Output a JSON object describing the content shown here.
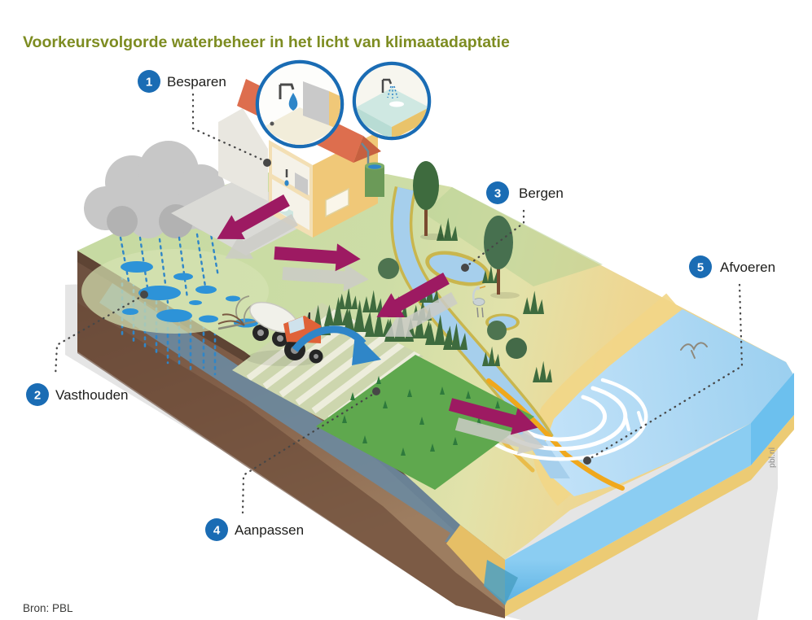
{
  "title": "Voorkeursvolgorde waterbeheer in het licht van klimaatadaptatie",
  "source": "Bron: PBL",
  "brand": "pbl.nl",
  "steps": [
    {
      "number": "1",
      "label": "Besparen"
    },
    {
      "number": "2",
      "label": "Vasthouden"
    },
    {
      "number": "3",
      "label": "Bergen"
    },
    {
      "number": "4",
      "label": "Aanpassen"
    },
    {
      "number": "5",
      "label": "Afvoeren"
    }
  ],
  "colors": {
    "title": "#7d8c21",
    "badge": "#1a6cb4",
    "badge_text": "#ffffff",
    "label_text": "#1d1d1b",
    "flow_arrow": "#9d1a62",
    "shadow_arrow": "#cbcbc7",
    "water_blue": "#2f86c8",
    "puddle": "#2d93d8",
    "grass": "#c6daa2",
    "sand": "#efd28a",
    "sea_top": "#a8d5f2",
    "soil": "#84614a",
    "groundwater": "#6b89a0",
    "cloud": "#c7c7c7",
    "roof": "#dd6e4e",
    "wall_yellow": "#f0c878",
    "dike": "#f0a81c",
    "field_green": "#5fa84e",
    "tuft": "#3e6b3e",
    "leader": "#474747"
  }
}
